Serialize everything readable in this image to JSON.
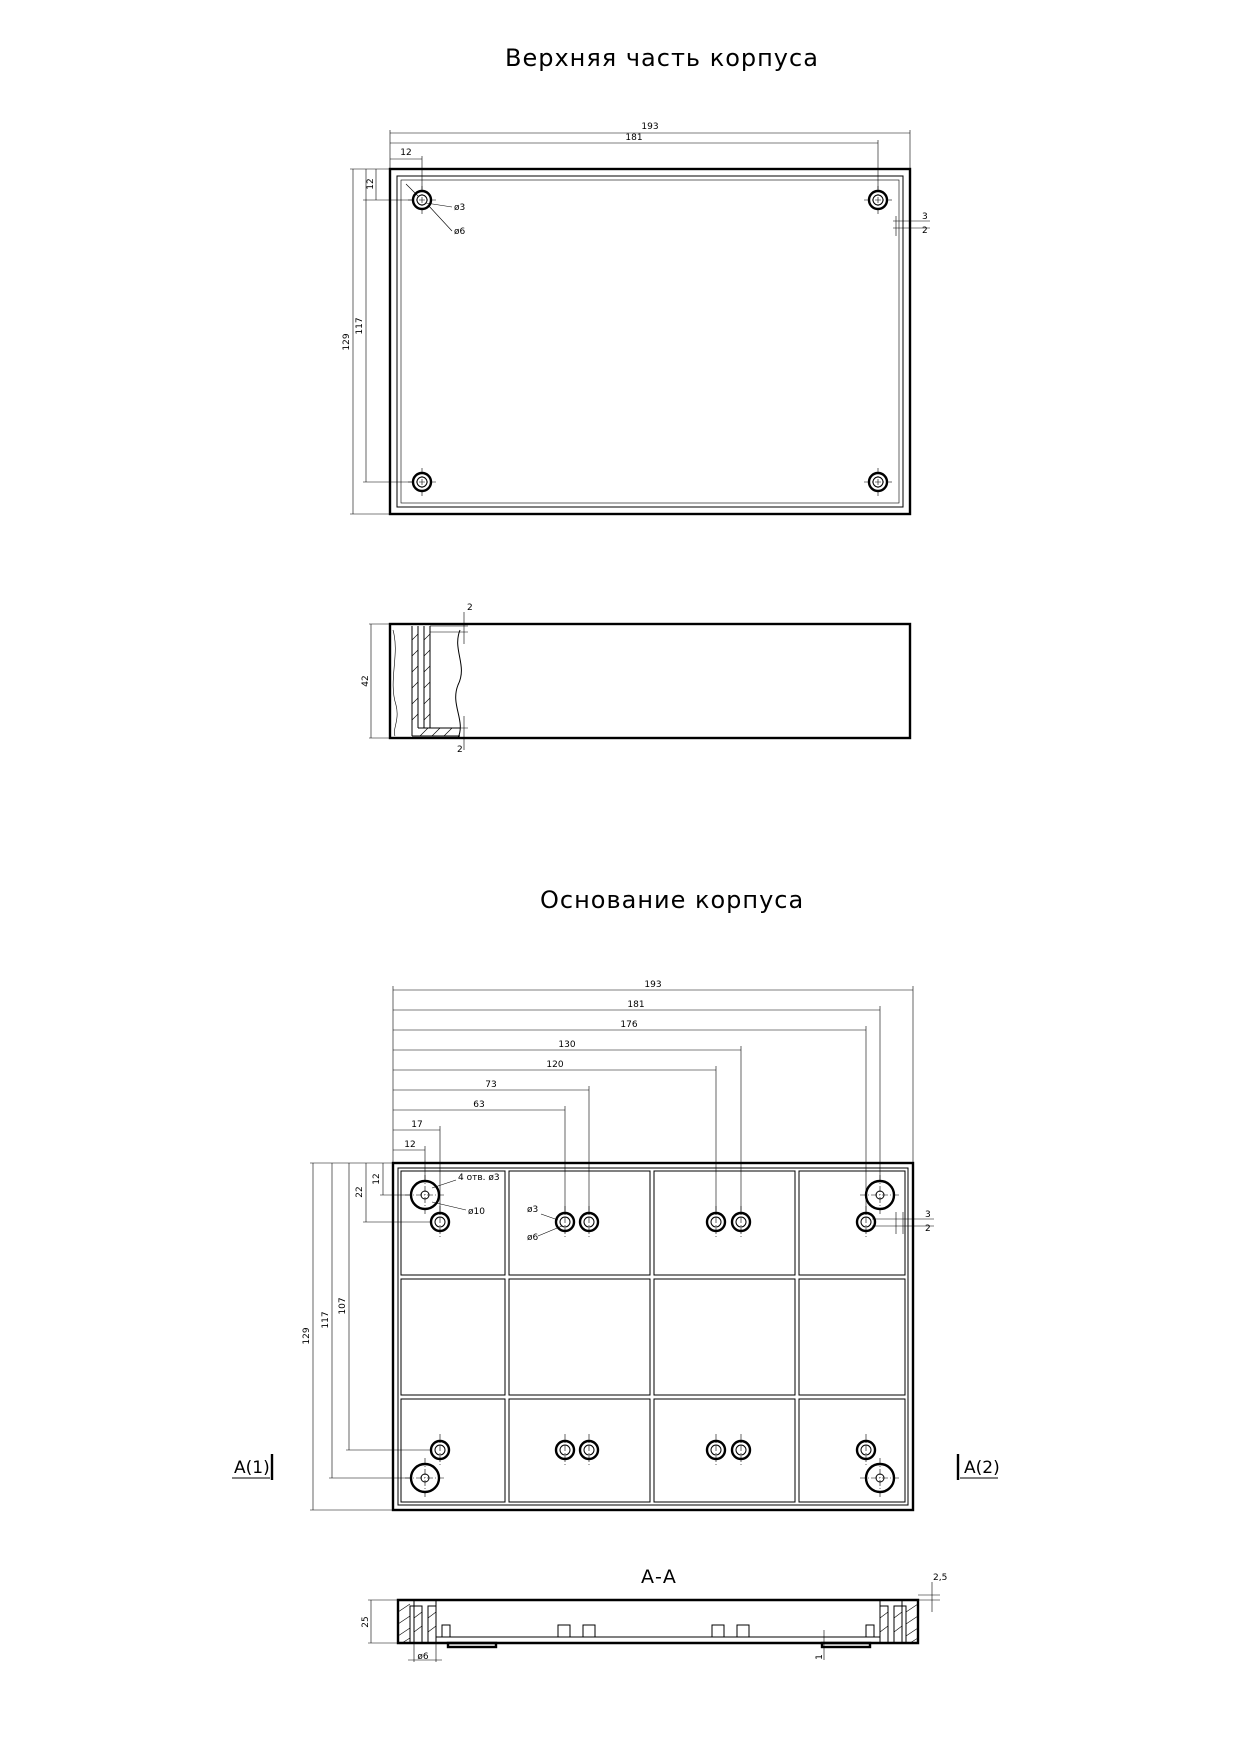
{
  "titles": {
    "top_part": "Верхняя часть корпуса",
    "base": "Основание корпуса",
    "section": "А-А"
  },
  "top_view": {
    "dims": {
      "width_outer": "193",
      "width_holes": "181",
      "hole_offset_x": "12",
      "hole_offset_y": "12",
      "height_outer": "129",
      "height_holes": "117",
      "hole_inner_dia": "ø3",
      "hole_outer_dia": "ø6",
      "wall_3": "3",
      "wall_2": "2"
    }
  },
  "side_view": {
    "dims": {
      "wall_top": "2",
      "height": "42",
      "wall_bottom": "2"
    }
  },
  "base_view": {
    "dims": {
      "w193": "193",
      "w181": "181",
      "w176": "176",
      "w130": "130",
      "w120": "120",
      "w73": "73",
      "w63": "63",
      "w17": "17",
      "w12": "12",
      "h12": "12",
      "h22": "22",
      "h107": "107",
      "h117": "117",
      "h129": "129",
      "holes_note": "4 отв. ø3",
      "boss_dia": "ø10",
      "pair_d3": "ø3",
      "pair_d6": "ø6",
      "wall_3": "3",
      "wall_2": "2"
    },
    "section_marks": {
      "left": "А(1)",
      "right": "А(2)"
    }
  },
  "section_view": {
    "dims": {
      "height": "25",
      "rim": "2,5",
      "boss_dia": "ø6",
      "bottom": "1"
    }
  }
}
